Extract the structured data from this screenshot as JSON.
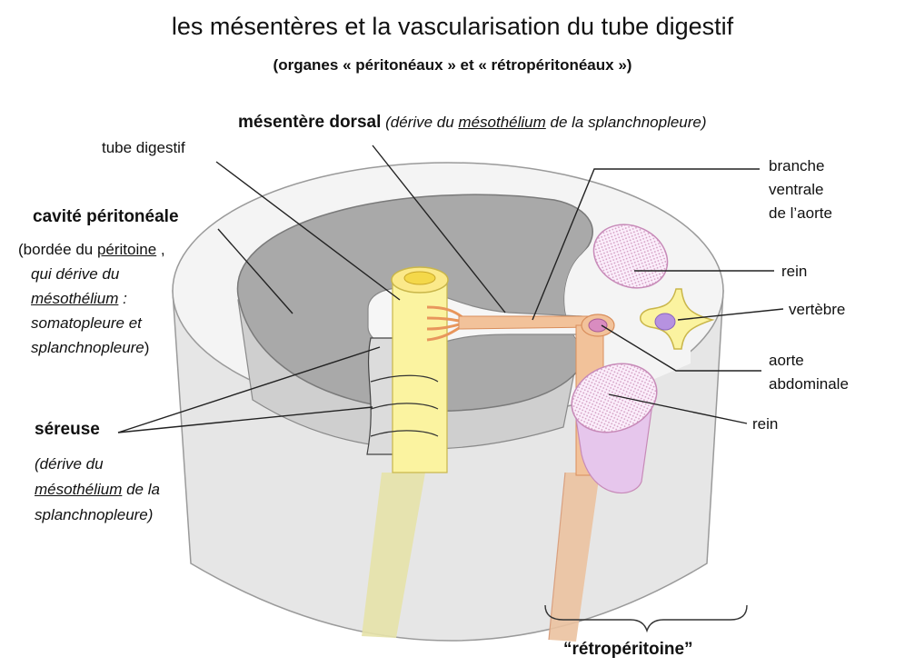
{
  "title": "les mésentères et la vascularisation du tube digestif",
  "subtitle": "(organes « péritonéaux » et « rétropéritonéaux »)",
  "labels": {
    "mesentere": {
      "name": "mésentère dorsal",
      "note_open": "(dérive du ",
      "note_underline": "mésothélium",
      "note_close": " de la splanchnopleure)"
    },
    "tube_digestif": "tube digestif",
    "cavite": {
      "name": "cavité péritonéale",
      "l1_open": "(bordée du ",
      "l1_underline": "péritoine",
      "l1_close": " ,",
      "l2": "qui dérive du",
      "l3_underline": "mésothélium",
      "l3_close": " :",
      "l4": "somatopleure et",
      "l5_text": "splanchnopleure",
      "l5_close": ")"
    },
    "sereuse": {
      "name": "séreuse",
      "l1": "(dérive du",
      "l2_underline": "mésothélium",
      "l2_close": " de la",
      "l3": "splanchnopleure)"
    },
    "branche": [
      "branche",
      "ventrale",
      "de l’aorte"
    ],
    "rein_top": "rein",
    "vertebre": "vertèbre",
    "aorte": [
      "aorte",
      "abdominale"
    ],
    "rein_bottom": "rein",
    "retroperitoine": "“rétropéritoine”"
  },
  "colors": {
    "cylinder_wall": "#e6e6e6",
    "cylinder_top": "#f4f4f4",
    "cavity": "#a9a9a9",
    "cavity_wall": "#cfcfcf",
    "gut": "#fbf3a0",
    "gut_lumen": "#f4d84a",
    "aorta": "#f2c29a",
    "aorta_lumen": "#d98cc0",
    "kidney": "#e6c6ec",
    "vertebra": "#fbf3a0",
    "vertebra_core": "#b692e0",
    "leader": "#222222"
  }
}
